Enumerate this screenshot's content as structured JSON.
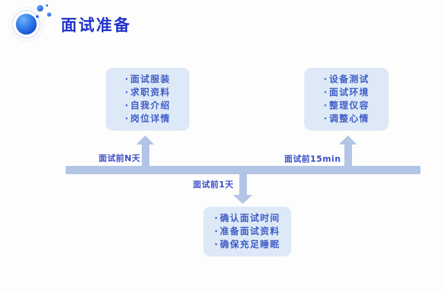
{
  "header": {
    "title": "面试准备",
    "logo_icon": "blue-sphere-logo"
  },
  "list": {
    "bullet": "·"
  },
  "timeline": {
    "labels": [
      {
        "text": "面试前N天",
        "position": "above-left"
      },
      {
        "text": "面试前1天",
        "position": "below-center"
      },
      {
        "text": "面试前15min",
        "position": "above-right"
      }
    ]
  },
  "boxes": [
    {
      "id": "before-n-days",
      "items": [
        "面试服装",
        "求职资料",
        "自我介绍",
        "岗位详情"
      ]
    },
    {
      "id": "before-1-day",
      "items": [
        "确认面试时间",
        "准备面试资料",
        "确保充足睡眠"
      ]
    },
    {
      "id": "before-15-min",
      "items": [
        "设备测试",
        "面试环境",
        "整理仪容",
        "调整心情"
      ]
    }
  ],
  "colors": {
    "background": "#fdfdfd",
    "accent_title": "#2333cb",
    "item_text": "#3e5dc6",
    "label_text": "#3c50c5",
    "box_bg": "#dde9f7",
    "timeline": "#b2c5e6",
    "logo_blue": "#2f7ae8"
  }
}
